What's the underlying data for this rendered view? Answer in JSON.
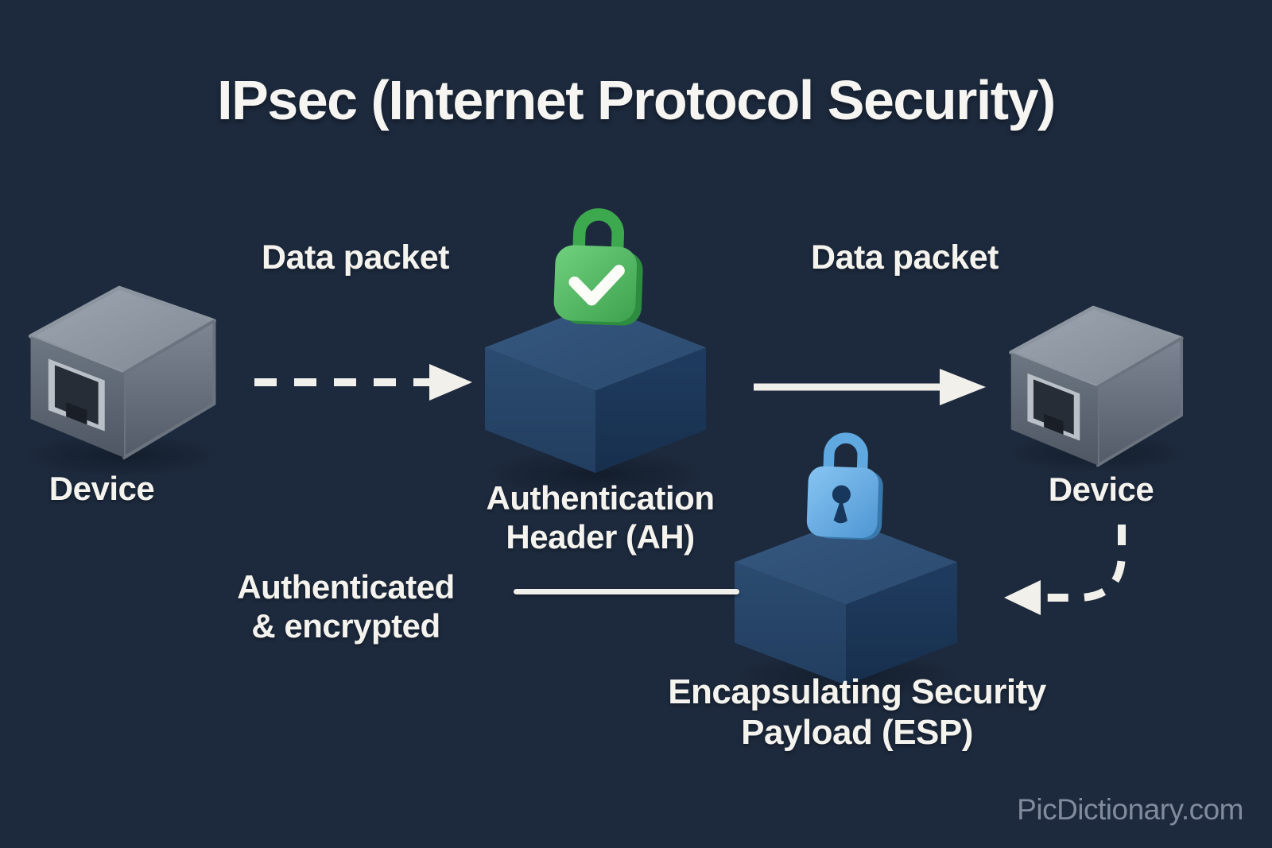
{
  "title": "IPsec (Internet Protocol Security)",
  "nodes": {
    "device_left": {
      "label": "Device"
    },
    "device_right": {
      "label": "Device"
    },
    "ah": {
      "lines": [
        "Authentication",
        "Header (AH)"
      ]
    },
    "esp": {
      "lines": [
        "Encapsulating Security",
        "Payload (ESP)"
      ]
    }
  },
  "labels": {
    "data_packet_left": "Data packet",
    "data_packet_right": "Data packet",
    "auth_enc_lines": [
      "Authenticated",
      "& encrypted"
    ]
  },
  "icons": {
    "device": "ethernet-port-device",
    "ah_lock": "green-lock-with-checkmark",
    "esp_lock": "blue-lock-with-keyhole",
    "flow_left": "dashed-arrow-right",
    "flow_right": "solid-arrow-right",
    "return_flow": "curved-dashed-arrow-left"
  },
  "colors": {
    "background": "#1d2a3d",
    "text": "#f5f3ee",
    "arrow": "#f2f0ea",
    "lock_green": "#4fbb60",
    "lock_blue": "#6fb4e8",
    "packet_cube": "#27466a",
    "device_gray": "#7d8692",
    "watermark": "#8995a6"
  },
  "watermark": "PicDictionary.com"
}
